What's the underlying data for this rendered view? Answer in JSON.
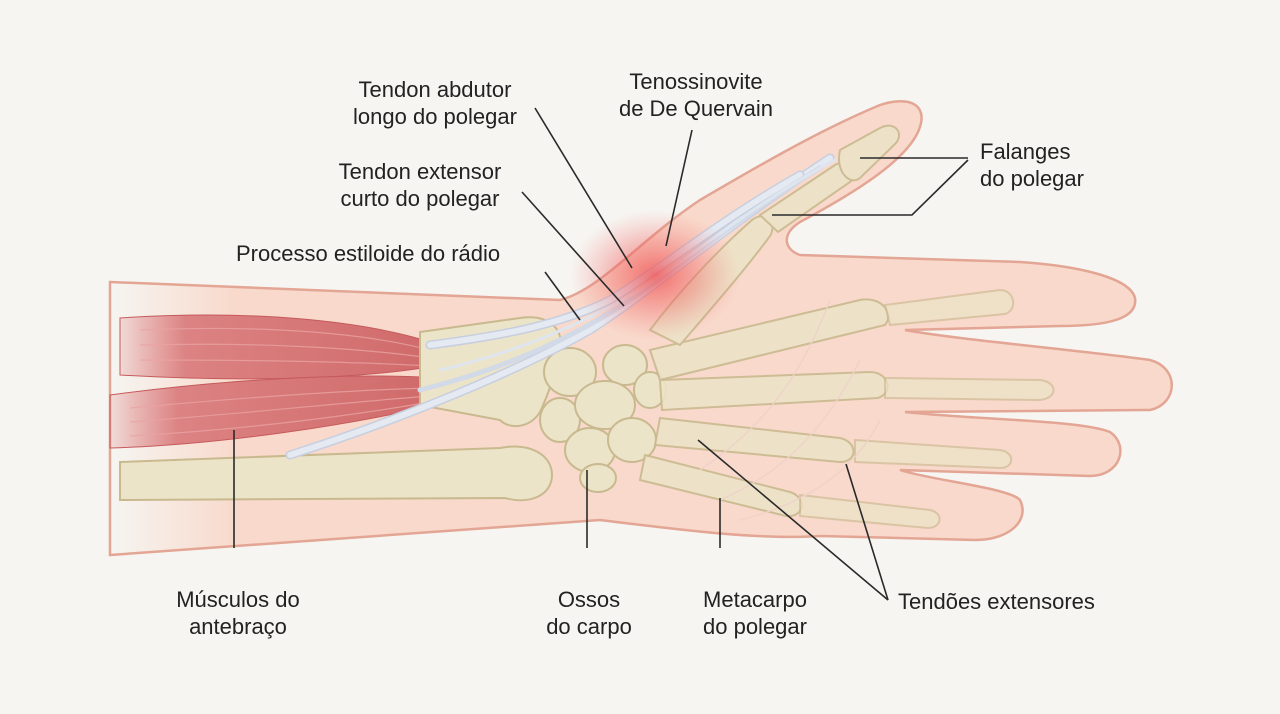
{
  "labels": {
    "abductor_tendon": [
      "Tendon abdutor",
      "longo do polegar"
    ],
    "de_quervain": [
      "Tenossinovite",
      "de De Quervain"
    ],
    "extensor_tendon": [
      "Tendon extensor",
      "curto do polegar"
    ],
    "radial_styloid": "Processo estiloide do rádio",
    "thumb_phalanges": [
      "Falanges",
      "do polegar"
    ],
    "forearm_muscles": [
      "Músculos do",
      "antebraço"
    ],
    "carpal_bones": [
      "Ossos",
      "do carpo"
    ],
    "thumb_metacarpal": [
      "Metacarpo",
      "do polegar"
    ],
    "extensor_tendons": "Tendões extensores"
  },
  "colors": {
    "background": "#f6f5f1",
    "skin": "#f8d9cb",
    "skin_outline": "#e3a594",
    "bone": "#ece4c8",
    "bone_outline": "#c9b98f",
    "muscle": "#d9787a",
    "tendon": "#e4e9f2",
    "inflammation": "#ef4a4a",
    "leader_line": "#2a2a2a",
    "text": "#222222"
  }
}
